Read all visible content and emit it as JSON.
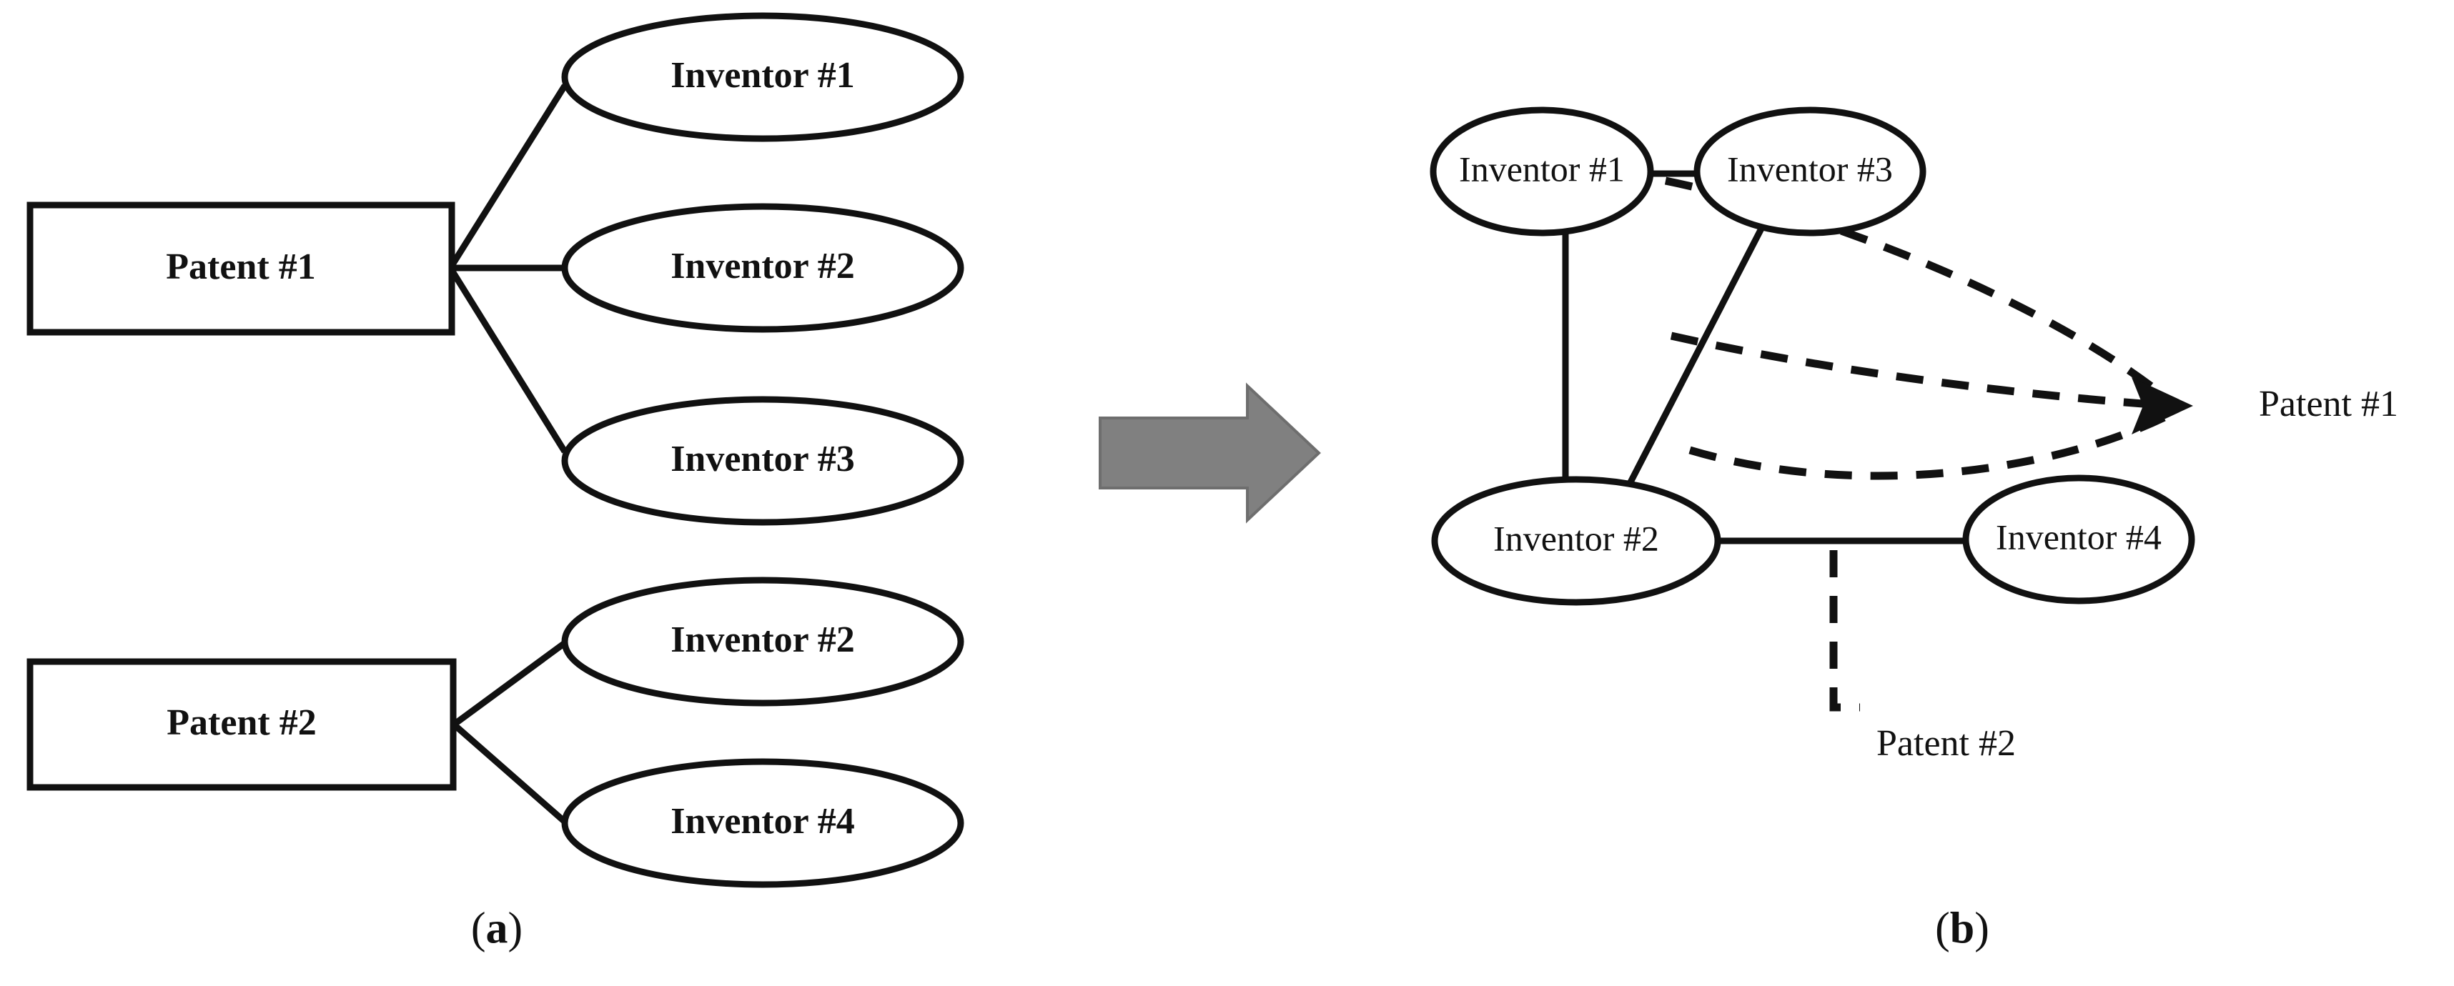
{
  "figure": {
    "title": "Patent-inventor bipartite to inventor co-authorship network transformation",
    "background_color": "#ffffff",
    "stroke_color": "#111111",
    "arrow_color": "#808080"
  },
  "panel_a": {
    "caption": "(a)",
    "caption_paren_open": "(",
    "caption_letter": "a",
    "caption_paren_close": ")",
    "patents": [
      {
        "id": "patent-1",
        "label": "Patent #1"
      },
      {
        "id": "patent-2",
        "label": "Patent #2"
      }
    ],
    "inventors": [
      {
        "id": "a-inventor-1",
        "label": "Inventor #1"
      },
      {
        "id": "a-inventor-2",
        "label": "Inventor #2"
      },
      {
        "id": "a-inventor-3",
        "label": "Inventor #3"
      },
      {
        "id": "a-inventor-2b",
        "label": "Inventor #2"
      },
      {
        "id": "a-inventor-4",
        "label": "Inventor #4"
      }
    ],
    "edges": [
      {
        "from": "Patent #1",
        "to": "Inventor #1",
        "style": "solid"
      },
      {
        "from": "Patent #1",
        "to": "Inventor #2",
        "style": "solid"
      },
      {
        "from": "Patent #1",
        "to": "Inventor #3",
        "style": "solid"
      },
      {
        "from": "Patent #2",
        "to": "Inventor #2",
        "style": "solid"
      },
      {
        "from": "Patent #2",
        "to": "Inventor #4",
        "style": "solid"
      }
    ]
  },
  "transform_arrow": {
    "label": "transform-arrow",
    "direction": "right",
    "color": "#808080"
  },
  "panel_b": {
    "caption": "(b)",
    "caption_paren_open": "(",
    "caption_letter": "b",
    "caption_paren_close": ")",
    "inventors": [
      {
        "id": "b-inventor-1",
        "label": "Inventor #1"
      },
      {
        "id": "b-inventor-3",
        "label": "Inventor #3"
      },
      {
        "id": "b-inventor-2",
        "label": "Inventor #2"
      },
      {
        "id": "b-inventor-4",
        "label": "Inventor #4"
      }
    ],
    "patent_annotations": [
      {
        "id": "b-patent-1",
        "label": "Patent #1",
        "style": "dashed-arrow",
        "points_to": [
          "Inventor #1 - Inventor #3",
          "Inventor #1 - Inventor #2",
          "Inventor #2 - Inventor #3"
        ]
      },
      {
        "id": "b-patent-2",
        "label": "Patent #2",
        "style": "dashed",
        "points_to": [
          "Inventor #2 - Inventor #4"
        ]
      }
    ],
    "edges": [
      {
        "from": "Inventor #1",
        "to": "Inventor #3",
        "style": "solid"
      },
      {
        "from": "Inventor #1",
        "to": "Inventor #2",
        "style": "solid"
      },
      {
        "from": "Inventor #2",
        "to": "Inventor #3",
        "style": "solid"
      },
      {
        "from": "Inventor #2",
        "to": "Inventor #4",
        "style": "solid"
      }
    ]
  }
}
